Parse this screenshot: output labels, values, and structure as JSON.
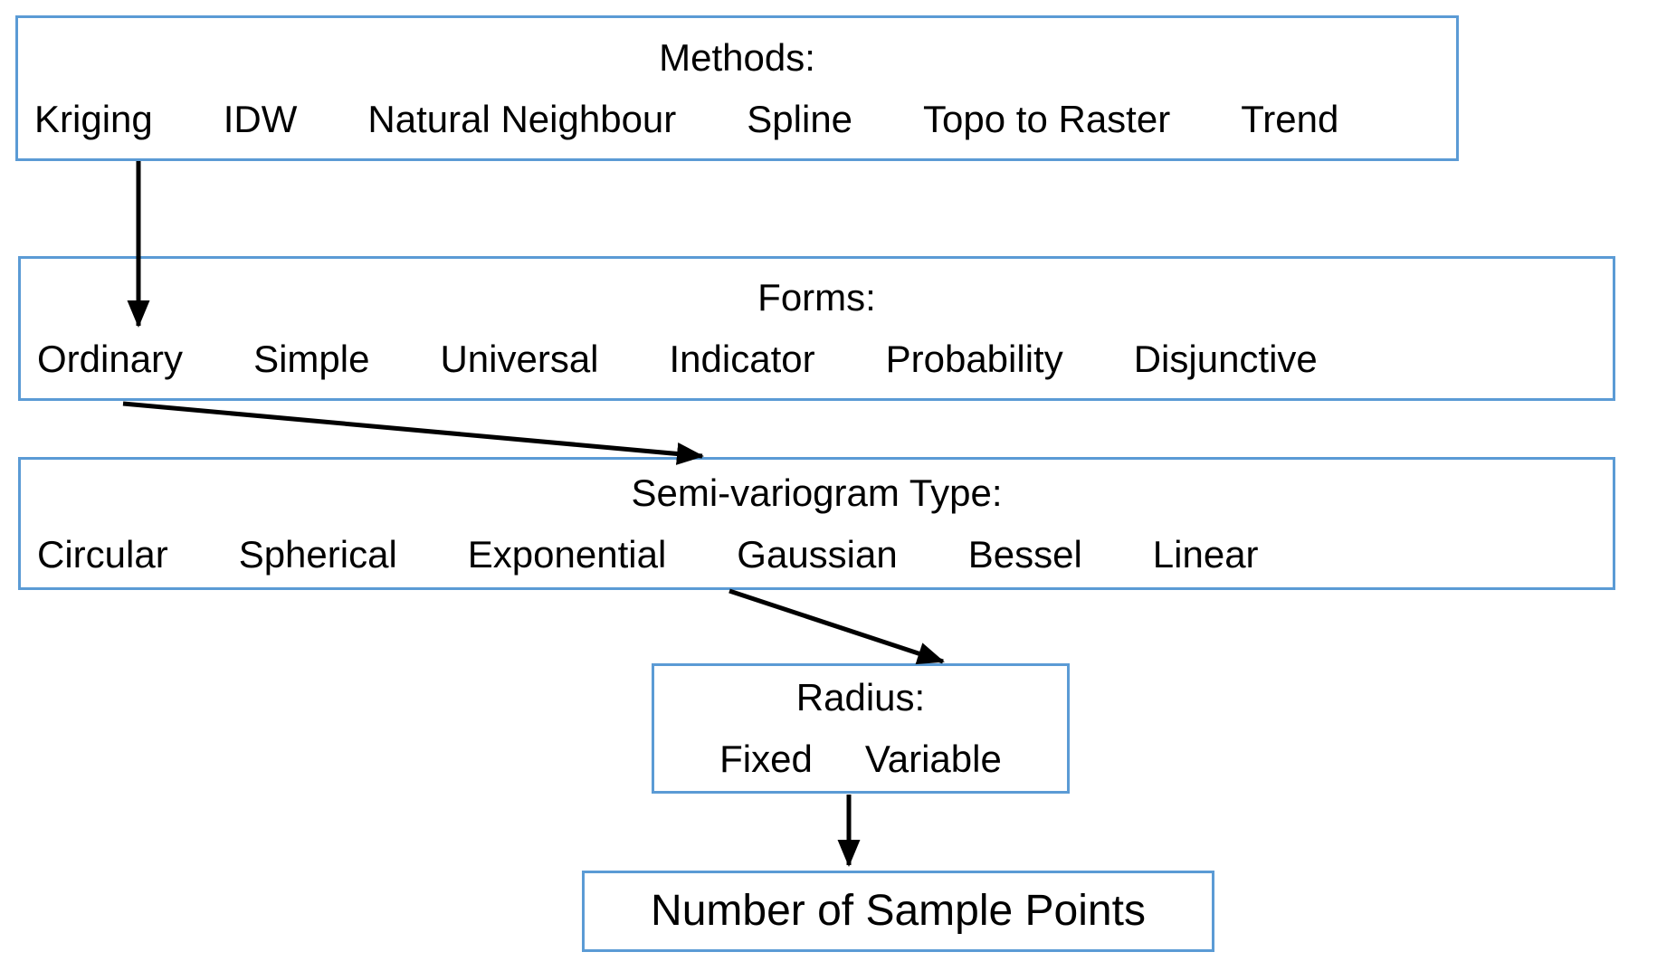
{
  "diagram": {
    "colors": {
      "background": "#ffffff",
      "box_border": "#5b9bd5",
      "text": "#000000",
      "arrow": "#000000"
    },
    "boxes": [
      {
        "title": "Methods:",
        "items": [
          "Kriging",
          "IDW",
          "Natural Neighbour",
          "Spline",
          "Topo to Raster",
          "Trend"
        ]
      },
      {
        "title": "Forms:",
        "items": [
          "Ordinary",
          "Simple",
          "Universal",
          "Indicator",
          "Probability",
          "Disjunctive"
        ]
      },
      {
        "title": "Semi-variogram Type:",
        "items": [
          "Circular",
          "Spherical",
          "Exponential",
          "Gaussian",
          "Bessel",
          "Linear"
        ]
      },
      {
        "title": "Radius:",
        "items": [
          "Fixed",
          "Variable"
        ]
      },
      {
        "title": "Number of Sample Points",
        "items": []
      }
    ],
    "arrows": [
      {
        "from": "Kriging",
        "to": "Ordinary"
      },
      {
        "from": "Ordinary",
        "to": "Semi-variogram Type"
      },
      {
        "from": "Exponential",
        "to": "Radius"
      },
      {
        "from": "Radius",
        "to": "Number of Sample Points"
      }
    ]
  }
}
